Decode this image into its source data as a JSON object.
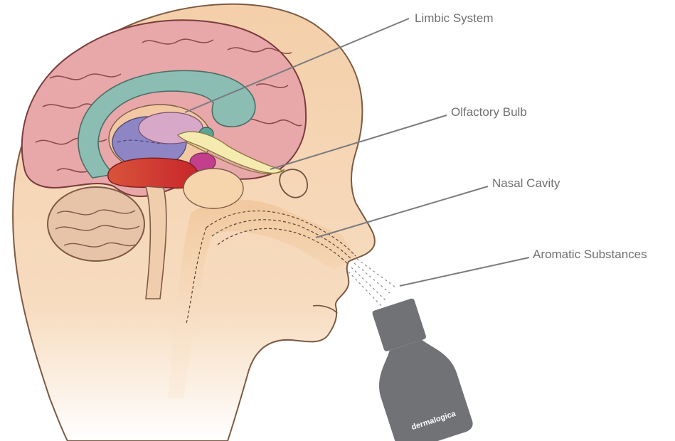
{
  "labels": {
    "limbic_system": "Limbic System",
    "olfactory_bulb": "Olfactory Bulb",
    "nasal_cavity": "Nasal Cavity",
    "aromatic_substances": "Aromatic Substances"
  },
  "bottle": {
    "brand": "dermalogica"
  },
  "colors": {
    "skin": "#f7d7b5",
    "brain": "#e8a7a9",
    "limbic": "#8bbdb2",
    "olfactory_bulb": "#f5ebb0",
    "bottle": "#707276",
    "leader_line": "#7a7c7e"
  }
}
